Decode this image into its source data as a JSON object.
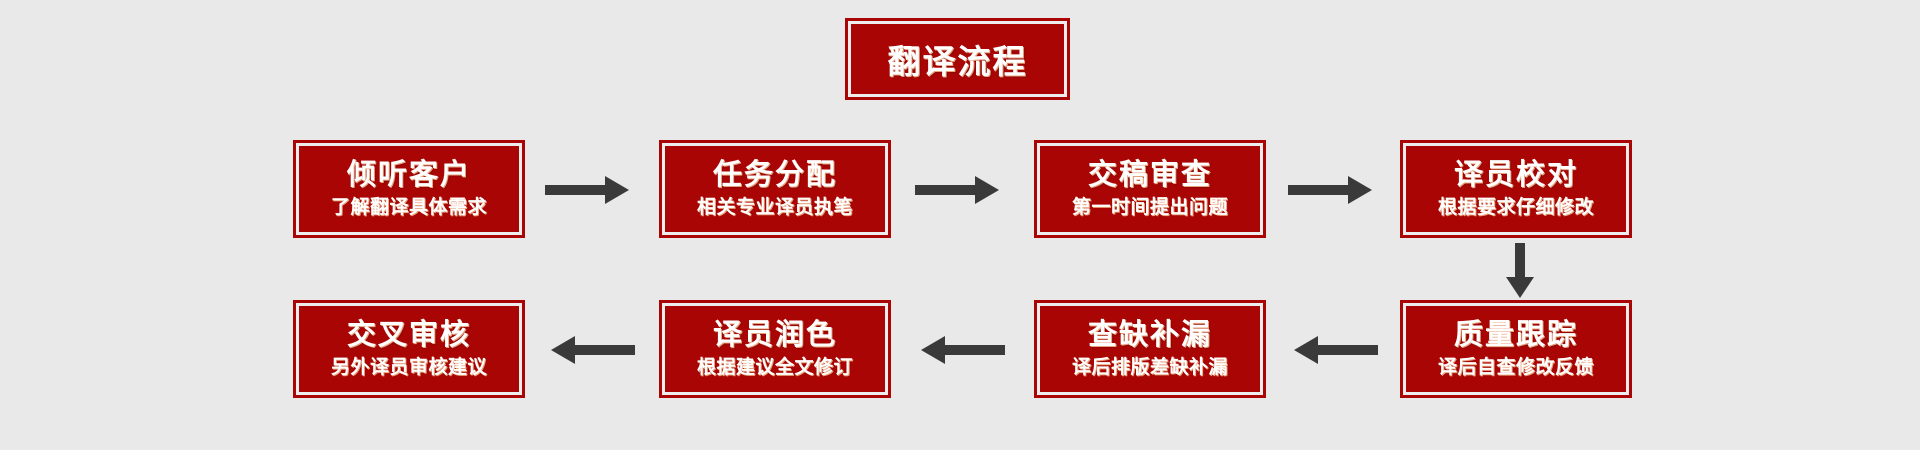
{
  "background_color": "#e9e9e9",
  "box_color": "#aa0505",
  "text_color": "#ffffff",
  "arrow_color": "#3a3a3a",
  "title": {
    "text": "翻译流程"
  },
  "nodes": [
    {
      "title": "倾听客户",
      "subtitle": "了解翻译具体需求"
    },
    {
      "title": "任务分配",
      "subtitle": "相关专业译员执笔"
    },
    {
      "title": "交稿审查",
      "subtitle": "第一时间提出问题"
    },
    {
      "title": "译员校对",
      "subtitle": "根据要求仔细修改"
    },
    {
      "title": "质量跟踪",
      "subtitle": "译后自查修改反馈"
    },
    {
      "title": "查缺补漏",
      "subtitle": "译后排版差缺补漏"
    },
    {
      "title": "译员润色",
      "subtitle": "根据建议全文修订"
    },
    {
      "title": "交叉审核",
      "subtitle": "另外译员审核建议"
    }
  ],
  "connectors": [
    {
      "name": "arrow-node1-to-node2",
      "direction": "right"
    },
    {
      "name": "arrow-node2-to-node3",
      "direction": "right"
    },
    {
      "name": "arrow-node3-to-node4",
      "direction": "right"
    },
    {
      "name": "arrow-node4-to-node5",
      "direction": "down"
    },
    {
      "name": "arrow-node5-to-node6",
      "direction": "left"
    },
    {
      "name": "arrow-node6-to-node7",
      "direction": "left"
    },
    {
      "name": "arrow-node7-to-node8",
      "direction": "left"
    }
  ]
}
